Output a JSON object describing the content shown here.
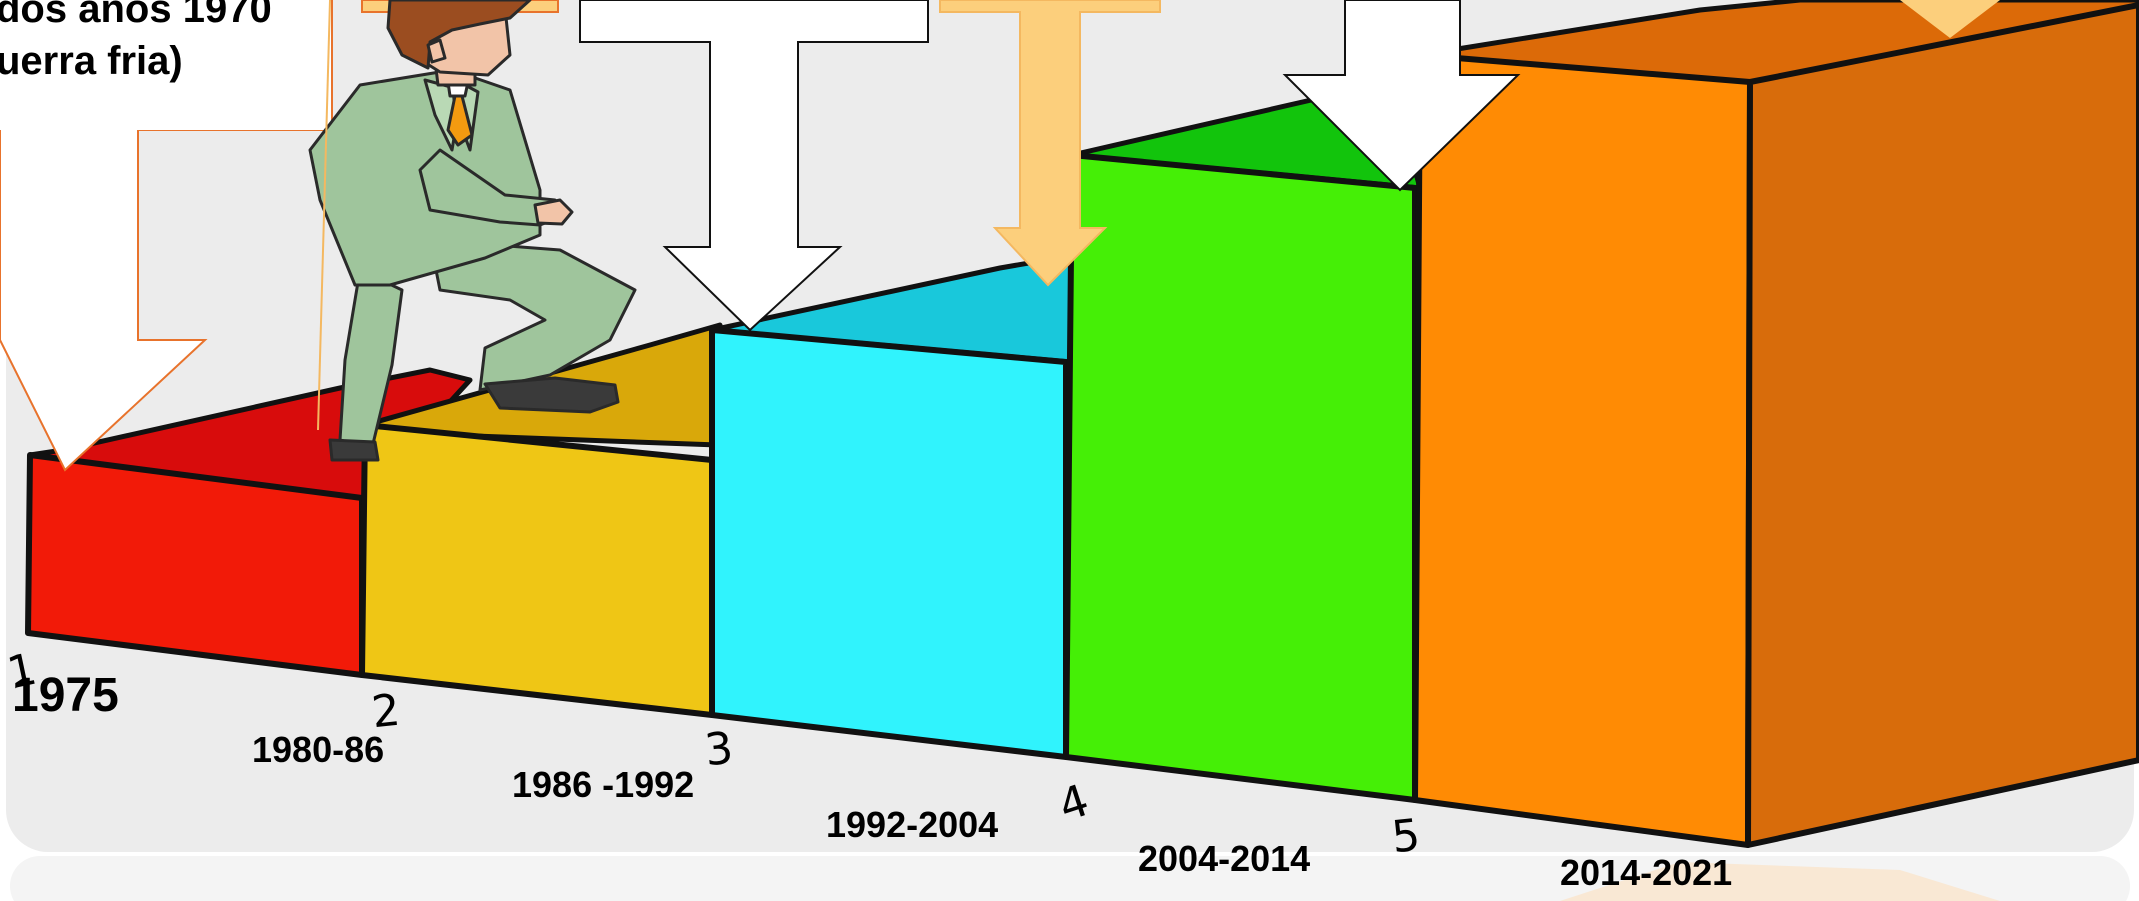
{
  "intro": {
    "line1": "dos anos 1970",
    "line2": "uerra fria)"
  },
  "steps": [
    {
      "label": "1975",
      "number": "1",
      "front": "#f21a08",
      "top": "#d80c0c"
    },
    {
      "label": "1980-86",
      "number": "2",
      "front": "#efc615",
      "top": "#d9a80a"
    },
    {
      "label": "1986 -1992",
      "number": "3",
      "front": "#30f3fd",
      "top": "#19c8db"
    },
    {
      "label": "1992-2004",
      "number": "4",
      "front": "#45ef06",
      "top": "#12c40c"
    },
    {
      "label": "2004-2014",
      "number": "5",
      "front": "#ff8b04",
      "top": "#dc6a08"
    },
    {
      "label": "2014-2021",
      "number": "",
      "front": "#fe8704",
      "side": "#d86c0b"
    }
  ],
  "colors": {
    "background_panel": "#ececec",
    "outline": "#111111",
    "arrow_orange_outline": "#e8732c",
    "arrow_orange_fill": "#fccf7c",
    "arrow_white": "#ffffff",
    "suit": "#9fc59c"
  },
  "icons": [
    "staircase-diagram",
    "businessman-figure",
    "callout-arrow"
  ]
}
